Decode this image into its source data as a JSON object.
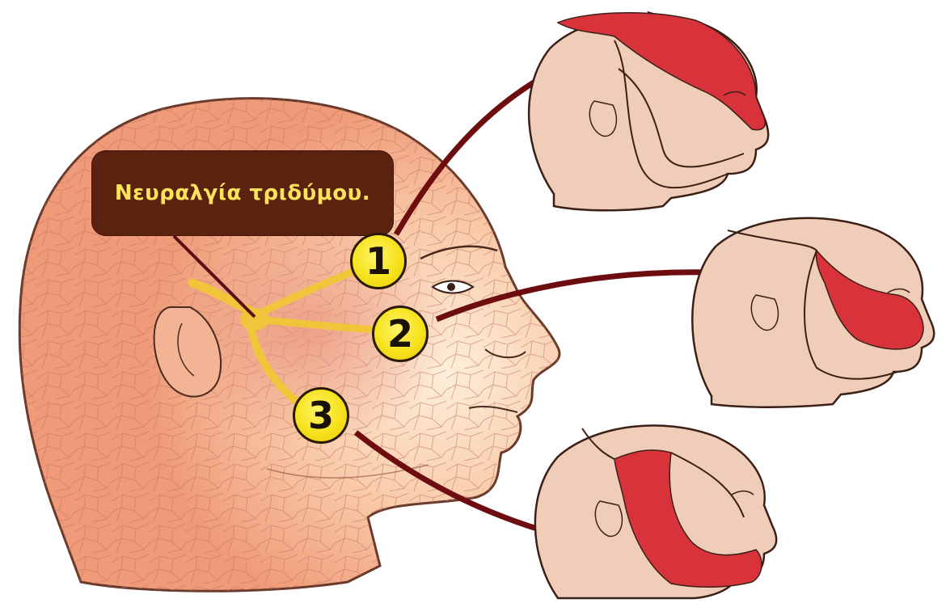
{
  "title": "Νευραλγία τριδύμου.",
  "branches": [
    {
      "number": "1"
    },
    {
      "number": "2"
    },
    {
      "number": "3"
    }
  ],
  "colors": {
    "title_background": "#5a220f",
    "title_text": "#ffe35a",
    "skin_main": "#f2a07e",
    "skin_light": "#fbe2cc",
    "nerve": "#f0c53a",
    "badge": "#f6e21c",
    "arrow": "#6e0d10",
    "pain_zone": "#d8333a",
    "small_head_skin": "#f0cdb8"
  }
}
